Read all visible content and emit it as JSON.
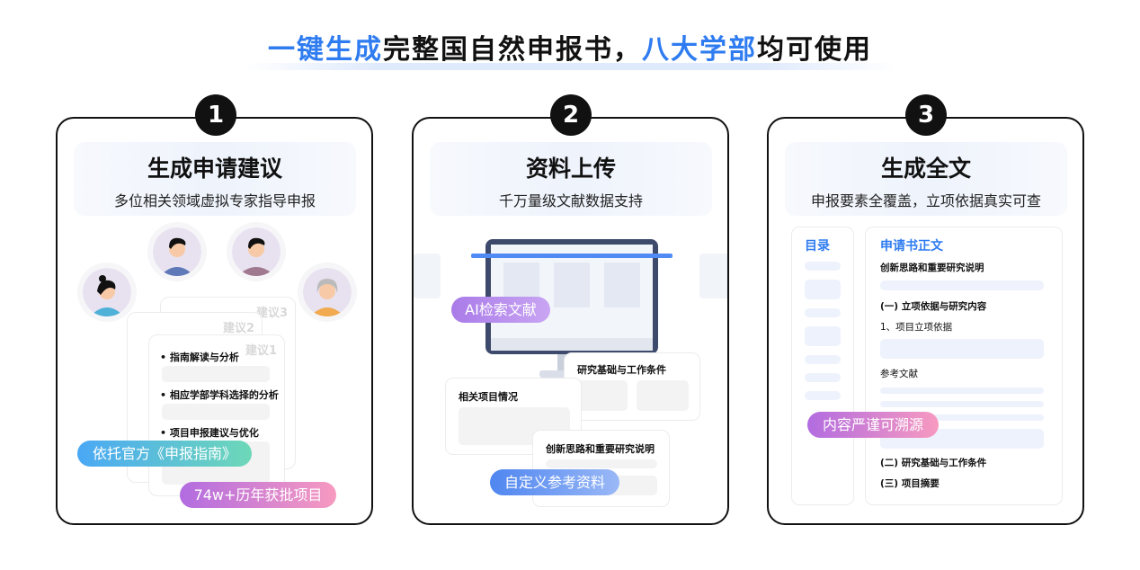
{
  "headline": {
    "highlight1": "一键生成",
    "mid": "完整国自然申报书，",
    "highlight2": "八大学部",
    "tail": "均可使用"
  },
  "colors": {
    "accent": "#2f7cf0",
    "card_border": "#111111"
  },
  "steps": [
    {
      "number": "1",
      "title": "生成申请建议",
      "subtitle": "多位相关领域虚拟专家指导申报",
      "papers": [
        "建议3",
        "建议2",
        "建议1"
      ],
      "bullets": [
        "指南解读与分析",
        "相应学部学科选择的分析",
        "项目申报建议与优化"
      ],
      "badges": [
        "依托官方《申报指南》",
        "74w+历年获批项目"
      ],
      "avatar_icons": [
        "woman-avatar",
        "man-avatar",
        "man-avatar",
        "elder-woman-avatar"
      ]
    },
    {
      "number": "2",
      "title": "资料上传",
      "subtitle": "千万量级文献数据支持",
      "panels": [
        "研究基础与工作条件",
        "相关项目情况",
        "创新思路和重要研究说明"
      ],
      "badges": [
        "AI检索文献",
        "自定义参考资料"
      ],
      "icon": "monitor-icon"
    },
    {
      "number": "3",
      "title": "生成全文",
      "subtitle": "申报要素全覆盖，立项依据真实可查",
      "toc_title": "目录",
      "doc_title": "申请书正文",
      "doc_lines": [
        "创新思路和重要研究说明",
        "(一) 立项依据与研究内容",
        "1、项目立项依据",
        "参考文献",
        "(二) 研究基础与工作条件",
        "(三) 项目摘要"
      ],
      "badges": [
        "内容严谨可溯源"
      ]
    }
  ]
}
